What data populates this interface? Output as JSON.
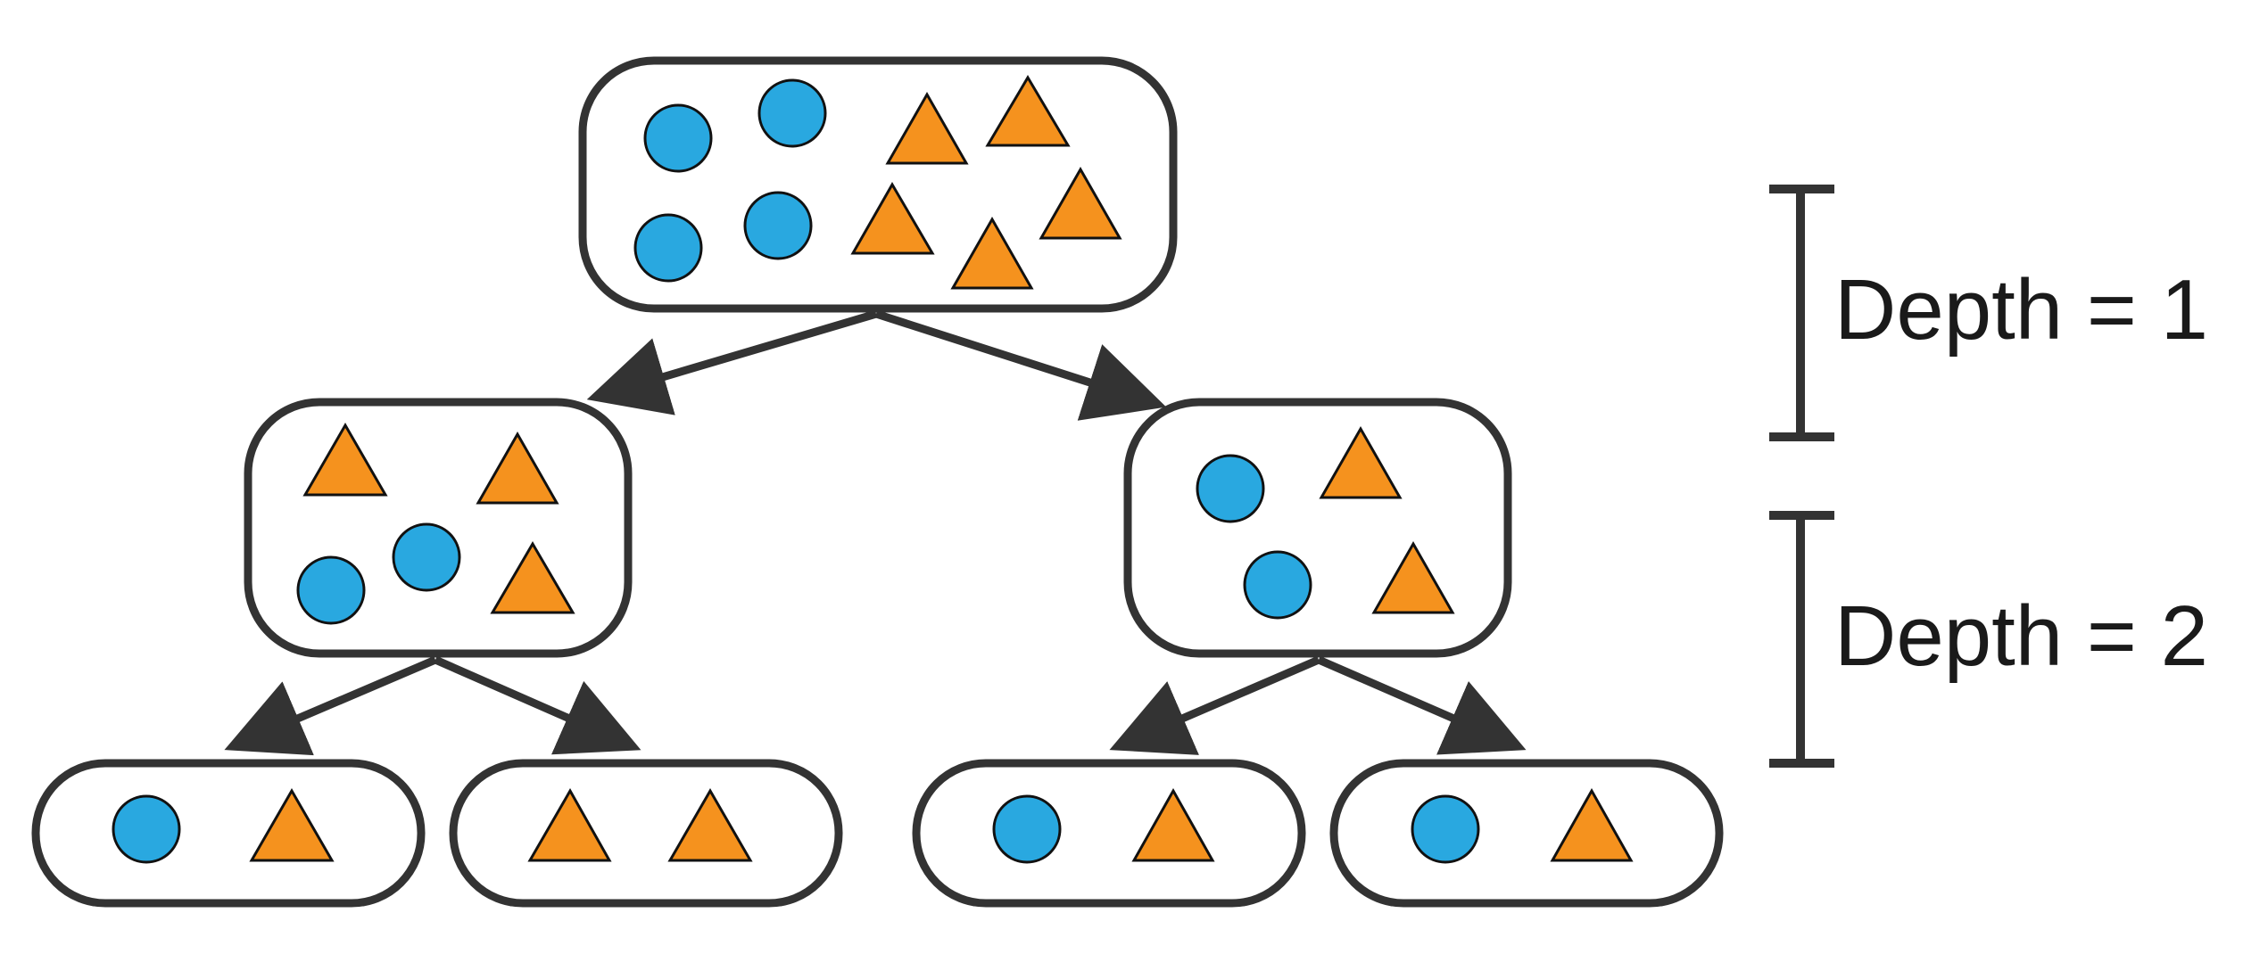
{
  "colors": {
    "stroke": "#333333",
    "circle_fill": "#29a8e0",
    "triangle_fill": "#f5921e",
    "shape_outline": "#111111",
    "label_text": "#1a1a1a"
  },
  "shape_icons": {
    "circle": "circle-icon",
    "triangle": "triangle-icon"
  },
  "nodes": [
    {
      "id": "root",
      "level": 0,
      "circle_count": 4,
      "triangle_count": 5
    },
    {
      "id": "left-child",
      "level": 1,
      "circle_count": 2,
      "triangle_count": 3
    },
    {
      "id": "right-child",
      "level": 1,
      "circle_count": 2,
      "triangle_count": 2
    },
    {
      "id": "left-left-leaf",
      "level": 2,
      "circle_count": 1,
      "triangle_count": 1
    },
    {
      "id": "left-right-leaf",
      "level": 2,
      "circle_count": 0,
      "triangle_count": 2
    },
    {
      "id": "right-left-leaf",
      "level": 2,
      "circle_count": 1,
      "triangle_count": 1
    },
    {
      "id": "right-right-leaf",
      "level": 2,
      "circle_count": 1,
      "triangle_count": 1
    }
  ],
  "edges": [
    {
      "from": "root",
      "to": "left-child"
    },
    {
      "from": "root",
      "to": "right-child"
    },
    {
      "from": "left-child",
      "to": "left-left-leaf"
    },
    {
      "from": "left-child",
      "to": "left-right-leaf"
    },
    {
      "from": "right-child",
      "to": "right-left-leaf"
    },
    {
      "from": "right-child",
      "to": "right-right-leaf"
    }
  ],
  "depth_labels": {
    "depth1": "Depth = 1",
    "depth2": "Depth = 2"
  }
}
